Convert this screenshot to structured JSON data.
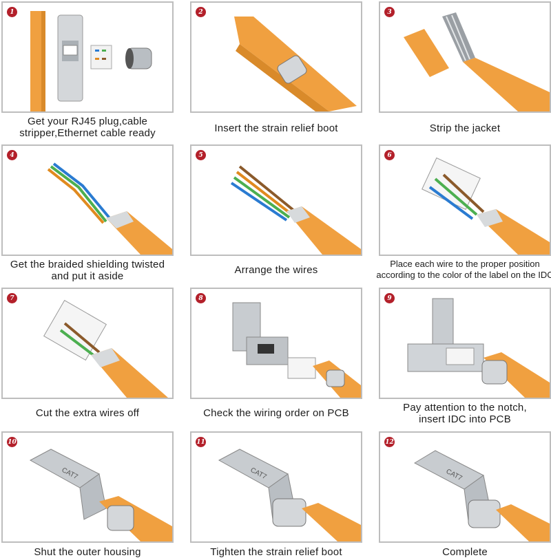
{
  "steps": [
    {
      "number": "1",
      "caption_lines": [
        "Get your RJ45 plug,cable",
        "stripper,Ethernet cable ready"
      ]
    },
    {
      "number": "2",
      "caption_lines": [
        "Insert the strain relief boot"
      ]
    },
    {
      "number": "3",
      "caption_lines": [
        "Strip the jacket"
      ]
    },
    {
      "number": "4",
      "caption_lines": [
        "Get the braided shielding twisted",
        "and put it aside"
      ]
    },
    {
      "number": "5",
      "caption_lines": [
        "Arrange the wires"
      ]
    },
    {
      "number": "6",
      "caption_lines": [
        "Place each wire to the proper position",
        "according to the color of the label on the IDC"
      ]
    },
    {
      "number": "7",
      "caption_lines": [
        "Cut the extra wires off"
      ]
    },
    {
      "number": "8",
      "caption_lines": [
        "Check the wiring order on PCB"
      ]
    },
    {
      "number": "9",
      "caption_lines": [
        "Pay attention to the notch,",
        "insert IDC into PCB"
      ]
    },
    {
      "number": "10",
      "caption_lines": [
        "Shut the outer housing"
      ]
    },
    {
      "number": "11",
      "caption_lines": [
        "Tighten the strain relief boot"
      ]
    },
    {
      "number": "12",
      "caption_lines": [
        "Complete"
      ]
    }
  ],
  "product_label": "CAT7",
  "colors": {
    "cable": "#f0a040",
    "cable_shadow": "#d98a2a",
    "metal": "#c8ccd0",
    "badge": "#b3202a",
    "border": "#bdbdbd"
  }
}
